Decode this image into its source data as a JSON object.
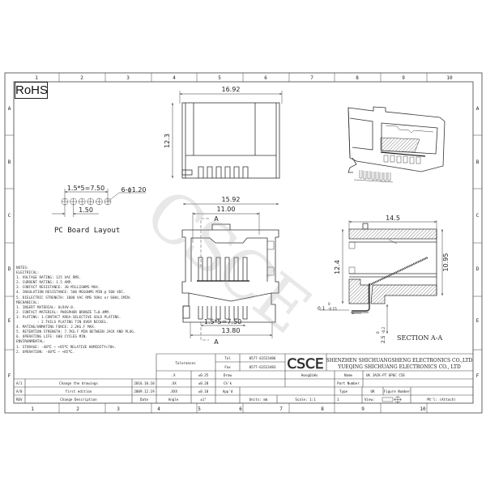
{
  "sheet": {
    "column_labels": [
      "1",
      "2",
      "3",
      "4",
      "5",
      "6",
      "7",
      "8",
      "9",
      "10"
    ],
    "row_labels": [
      "A",
      "B",
      "C",
      "D",
      "E",
      "F"
    ],
    "rohs_badge": "RoHS",
    "watermark": "CSCE"
  },
  "pc_board_layout": {
    "title": "PC Board Layout",
    "pitch_dim": "1.5*5=7.50",
    "hole_callout": "6-ϕ1.20",
    "offset_dim": "1.50",
    "hole_count": 6
  },
  "front_view": {
    "width_dim": "16.92",
    "height_dim": "12.3"
  },
  "bottom_view": {
    "overall_width_dim": "15.92",
    "inner_width_dim": "11.00",
    "section_marker": "A",
    "pin_pitch_dim": "1.5*5=7.50",
    "base_width_dim": "13.80"
  },
  "section_view": {
    "title": "SECTION A-A",
    "length_dim": "14.5",
    "height_dim": "12.4",
    "inner_height_dim": "10.95",
    "tol_dim": "0.1",
    "tol_upper": "0",
    "tol_lower": "-0.15",
    "pin_dim": "2.5",
    "pin_tol_upper": "0",
    "pin_tol_lower": "-0.2"
  },
  "notes": {
    "heading": "NOTES:",
    "electrical_heading": "ELECTRICAL:",
    "electrical": [
      "1. VOLTAGE RATING: 125 VAC RMS.",
      "2. CURRENT RATING: 1.5 AMP.",
      "3. CONTACT RESISTANCE: 30 MILLIOHMS MAX.",
      "4. INSULATION RESISTANCE: 500 MEGOHMS MIN @ 500 VDC.",
      "5. DIELECTRIC STRENGTH: 1000 VAC RMS 50Hz or 60Hz,1MIN."
    ],
    "mechanical_heading": "MECHANICAL:",
    "mechanical": [
      "1. INSERT MATERIAL: UL94V-0.",
      "2. CONTACT MATERIAL: PHOSPHOR BRONZE T=0.4MM.",
      "3. PLATING: 1.CONTACT AREA-SELECTIVE GOLD PLATING.",
      "          : 2.TAILS PLATING TIN OVER NICKEL.",
      "4. MATING/UNMATING FORCE: 2.2KG.F MAX.",
      "5. RETENTION STRENGTH: 7.7KG.F MIN BETWEEN JACK AND PLUG.",
      "6. OPERATING LIFE: 600 CYCLES MIN."
    ],
    "environmental_heading": "ENVIRONMENTAL:",
    "environmental": [
      "1. STORAGE: -40℃ ~ +85℃ RELATIVE HUMIDITY<70%.",
      "2. OPERATION: -40℃ ~ +85℃."
    ]
  },
  "revisions": {
    "rows": [
      {
        "rev": "A/1",
        "description": "Change the drawings",
        "date": "2016.10.10"
      },
      {
        "rev": "A/0",
        "description": "first edition",
        "date": "2009.12.19"
      }
    ],
    "header": {
      "rev": "REV",
      "description": "Change Description",
      "date": "Date"
    }
  },
  "tolerances": {
    "title": "Tolerances",
    "rows": [
      {
        "label": ".X",
        "value": "±0.25"
      },
      {
        "label": ".XX",
        "value": "±0.20"
      },
      {
        "label": ".XXX",
        "value": "±0.10"
      },
      {
        "label": "Angle",
        "value": "±1°"
      }
    ]
  },
  "contact": {
    "tel_label": "Tel",
    "tel": "0577-61523486",
    "fax_label": "Fax",
    "fax": "0577-61523483"
  },
  "approvals": {
    "draw_label": "Draw",
    "draw_name": "HongQiWu",
    "check_label": "Ch'k",
    "approve_label": "App'd",
    "units": "Units: mm",
    "scale": "Scale: 1:1"
  },
  "company": {
    "logo": "CSCE",
    "line1": "SHENZHEN SHICHUANGSHENG ELECTRONICS CO.,LTD",
    "line2": "YUEQING SHICHUANG ELECTRONICS CO., LTD"
  },
  "part_info": {
    "name_label": "Name",
    "name": "UK JACK-PT 6P6C C5E",
    "part_number_label": "Part Number",
    "part_number": "",
    "type_label": "Type",
    "type": "UK",
    "figure_number_label": "Figure Number",
    "figure_number": "",
    "sheet": "1",
    "view_label": "View:",
    "material": "Mt'l: (Attach)"
  }
}
